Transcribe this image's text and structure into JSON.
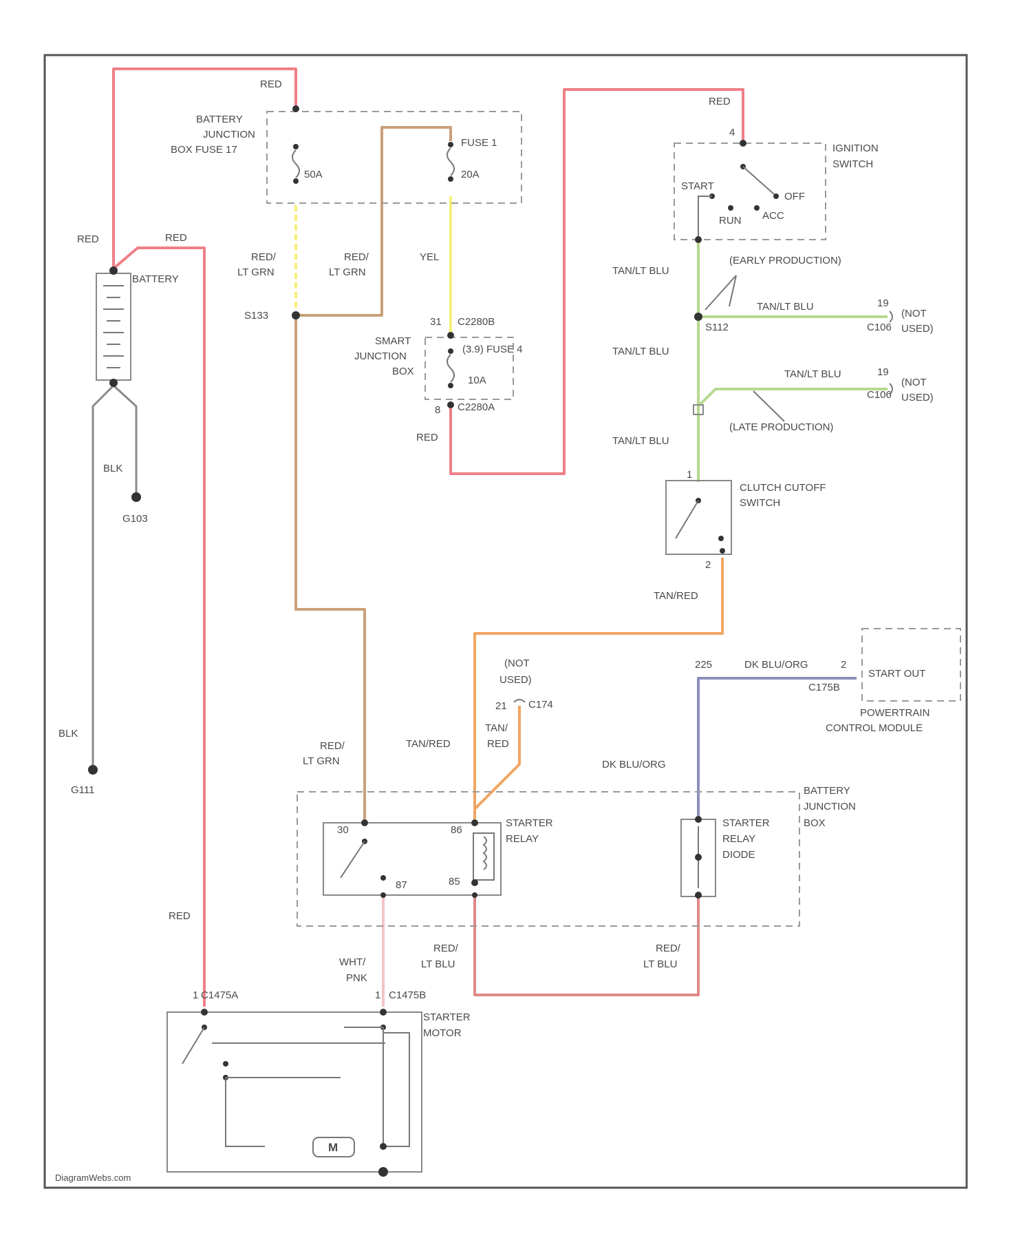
{
  "watermark": "DiagramWebs.com",
  "colors": {
    "red": "#ef7f86",
    "red_lt_grn": "#c9a07a",
    "yellow": "#f6f07a",
    "tan_lt_blu": "#b6d98e",
    "tan_red": "#f2a563",
    "dk_blu_org": "#8c8fbd",
    "blk": "#8a8a8a",
    "wht_pnk": "#f2c4c8",
    "red_lt_blu": "#e08888",
    "component": "#777777"
  },
  "components": {
    "battery_junction_box_fuse": {
      "label_1": "BATTERY",
      "label_2": "JUNCTION",
      "label_3": "BOX FUSE 17",
      "rating": "50A"
    },
    "fuse_1": {
      "label": "FUSE 1",
      "rating": "20A"
    },
    "battery": {
      "label": "BATTERY"
    },
    "ignition_switch": {
      "label_1": "IGNITION",
      "label_2": "SWITCH",
      "pos_start": "START",
      "pos_off": "OFF",
      "pos_run": "RUN",
      "pos_acc": "ACC",
      "pin": "4"
    },
    "smart_junction_box": {
      "label_1": "SMART",
      "label_2": "JUNCTION",
      "label_3": "BOX",
      "fuse": "(3.9) FUSE 4",
      "rating": "10A",
      "conn_top": "C2280B",
      "conn_bot": "C2280A",
      "pin_top": "31",
      "pin_bot": "8"
    },
    "clutch_cutoff_switch": {
      "label_1": "CLUTCH CUTOFF",
      "label_2": "SWITCH",
      "pin_top": "1",
      "pin_bot": "2"
    },
    "starter_relay": {
      "label_1": "STARTER",
      "label_2": "RELAY",
      "pin_30": "30",
      "pin_85": "85",
      "pin_86": "86",
      "pin_87": "87"
    },
    "starter_relay_diode": {
      "label_1": "STARTER",
      "label_2": "RELAY",
      "label_3": "DIODE"
    },
    "battery_junction_box": {
      "label_1": "BATTERY",
      "label_2": "JUNCTION",
      "label_3": "BOX"
    },
    "pcm": {
      "label": "START OUT",
      "label_1": "POWERTRAIN",
      "label_2": "CONTROL MODULE",
      "conn": "C175B",
      "pin": "2"
    },
    "starter_motor": {
      "label_1": "STARTER",
      "label_2": "MOTOR",
      "conn_1": "C1475A",
      "conn_2": "C1475B",
      "pin": "1",
      "symbol": "M"
    }
  },
  "wires": {
    "red": "RED",
    "red_2": "RED",
    "red_3": "RED",
    "red_4": "RED",
    "red_5": "RED",
    "red_lt_grn_1a": "RED/",
    "red_lt_grn_1b": "LT GRN",
    "red_lt_grn_2a": "RED/",
    "red_lt_grn_2b": "LT GRN",
    "red_lt_grn_3a": "RED/",
    "red_lt_grn_3b": "LT GRN",
    "yel": "YEL",
    "blk_1": "BLK",
    "blk_2": "BLK",
    "tan_lt_blu_1": "TAN/LT BLU",
    "tan_lt_blu_2": "TAN/LT BLU",
    "tan_lt_blu_3": "TAN/LT BLU",
    "tan_lt_blu_4": "TAN/LT BLU",
    "tan_lt_blu_5": "TAN/LT BLU",
    "tan_red_1": "TAN/RED",
    "tan_red_2": "TAN/RED",
    "tan_red_3a": "TAN/",
    "tan_red_3b": "RED",
    "dk_blu_org_1": "DK BLU/ORG",
    "dk_blu_org_2": "DK BLU/ORG",
    "pcm_pin": "225",
    "wht_pnk_a": "WHT/",
    "wht_pnk_b": "PNK",
    "red_lt_blu_1a": "RED/",
    "red_lt_blu_1b": "LT BLU",
    "red_lt_blu_2a": "RED/",
    "red_lt_blu_2b": "LT BLU"
  },
  "splices": {
    "s133": "S133",
    "s112": "S112"
  },
  "grounds": {
    "g103": "G103",
    "g111": "G111"
  },
  "notes": {
    "early_production": "(EARLY PRODUCTION)",
    "late_production": "(LATE PRODUCTION)",
    "not_used_1a": "(NOT",
    "not_used_1b": "USED)",
    "not_used_2a": "(NOT",
    "not_used_2b": "USED)",
    "not_used_3a": "(NOT",
    "not_used_3b": "USED)",
    "c1a": "C106",
    "c1a_pin": "19",
    "c1b": "C106",
    "c1b_pin": "19",
    "c174": "C174",
    "c174_pin": "21"
  }
}
